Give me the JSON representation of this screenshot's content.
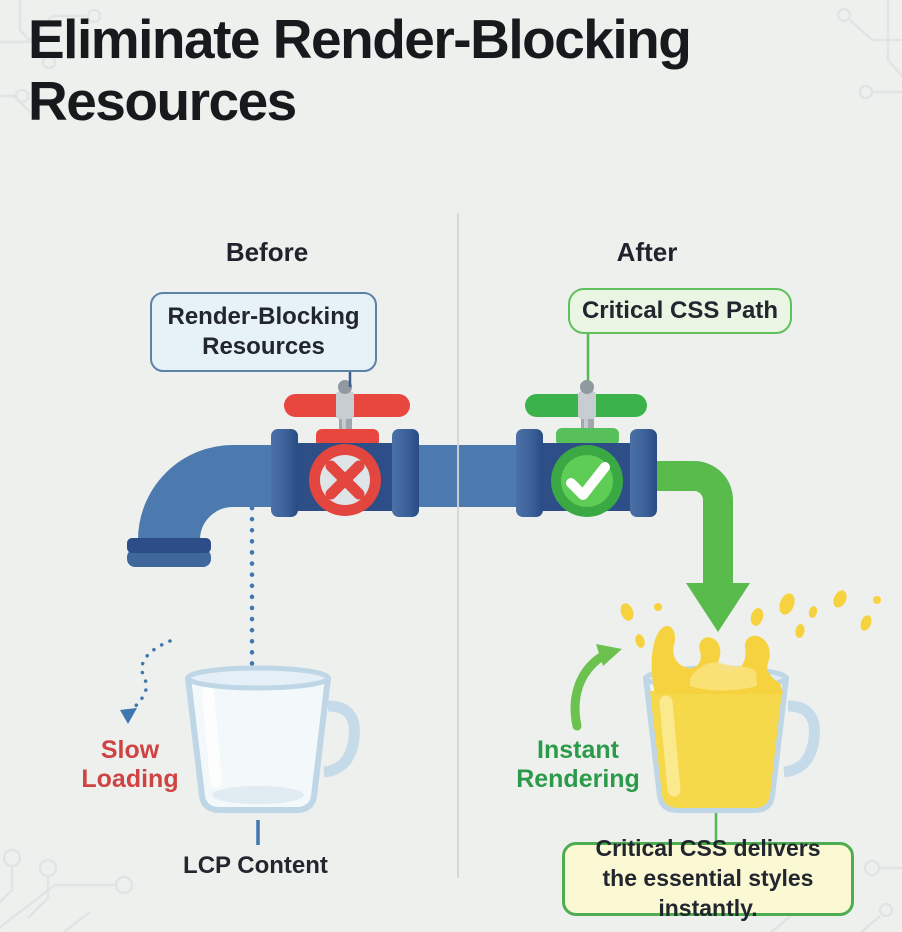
{
  "title": "Eliminate Render-Blocking Resources",
  "before": {
    "header": "Before",
    "pipe_label": "Render-Blocking Resources",
    "flow_label": "Slow Loading",
    "output_label": "LCP Content",
    "valve_state": "closed",
    "valve_icon": "x-cross",
    "accent_color": "#e2463e"
  },
  "after": {
    "header": "After",
    "pipe_label": "Critical CSS Path",
    "flow_label": "Instant Rendering",
    "note": "Critical CSS delivers the essential styles instantly.",
    "valve_state": "open",
    "valve_icon": "checkmark",
    "accent_color": "#3cb24a"
  },
  "colors": {
    "background": "#eef0ee",
    "pipe": "#4c79ae",
    "pipe_dark": "#2c4d87",
    "blocked_red": "#e2463e",
    "open_green": "#3cb24a",
    "arrow_green": "#5abb4d",
    "liquid_yellow": "#f6d23f",
    "glass_edge": "#bed6e5",
    "divider": "#d4d6d6",
    "slow_text": "#cf4443",
    "instant_text": "#2b9b4a",
    "before_box_fill": "#e7f1f8",
    "before_box_border": "#5d82a6",
    "after_box_fill": "#eaf6e3",
    "after_box_border": "#5fc05c",
    "note_fill": "#fbf8d4",
    "note_border": "#4cae50"
  }
}
